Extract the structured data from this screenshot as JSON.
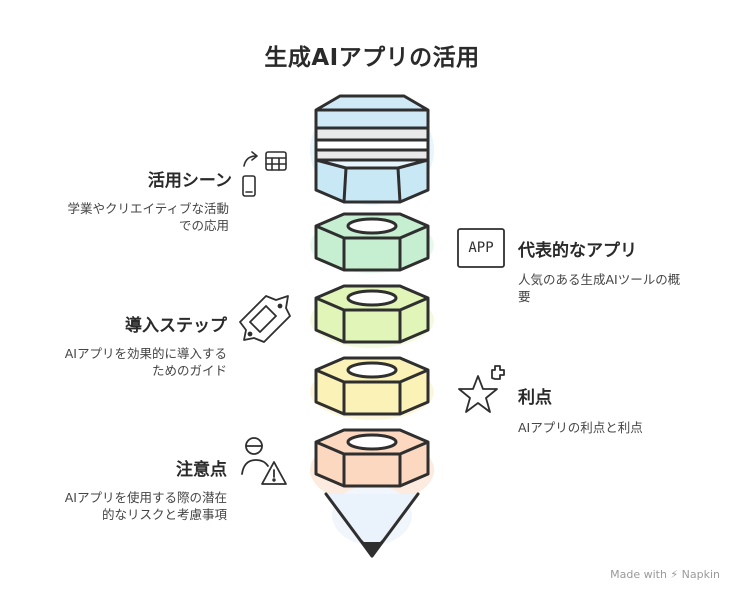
{
  "title": "生成AIアプリの活用",
  "sections": [
    {
      "title": "活用シーン",
      "desc_line1": "学業やクリエイティブな活動",
      "desc_line2": "での応用"
    },
    {
      "title": "代表的なアプリ",
      "desc_line1": "人気のある生成AIツールの概",
      "desc_line2": "要",
      "icon_text": "APP"
    },
    {
      "title": "導入ステップ",
      "desc_line1": "AIアプリを効果的に導入する",
      "desc_line2": "ためのガイド"
    },
    {
      "title": "利点",
      "desc_line1": "AIアプリの利点と利点"
    },
    {
      "title": "注意点",
      "desc_line1": "AIアプリを使用する際の潜在",
      "desc_line2": "的なリスクと考慮事項"
    }
  ],
  "layers": [
    {
      "color": "#c9e8f6",
      "wash": "#a8d8f2"
    },
    {
      "color": "#c6efd2",
      "wash": "#9fe0b4"
    },
    {
      "color": "#e2f5b8",
      "wash": "#cdeb8e"
    },
    {
      "color": "#fbf2b8",
      "wash": "#f5e27f"
    },
    {
      "color": "#fbd8bf",
      "wash": "#f5b994"
    }
  ],
  "footer": "Made with ⚡ Napkin"
}
